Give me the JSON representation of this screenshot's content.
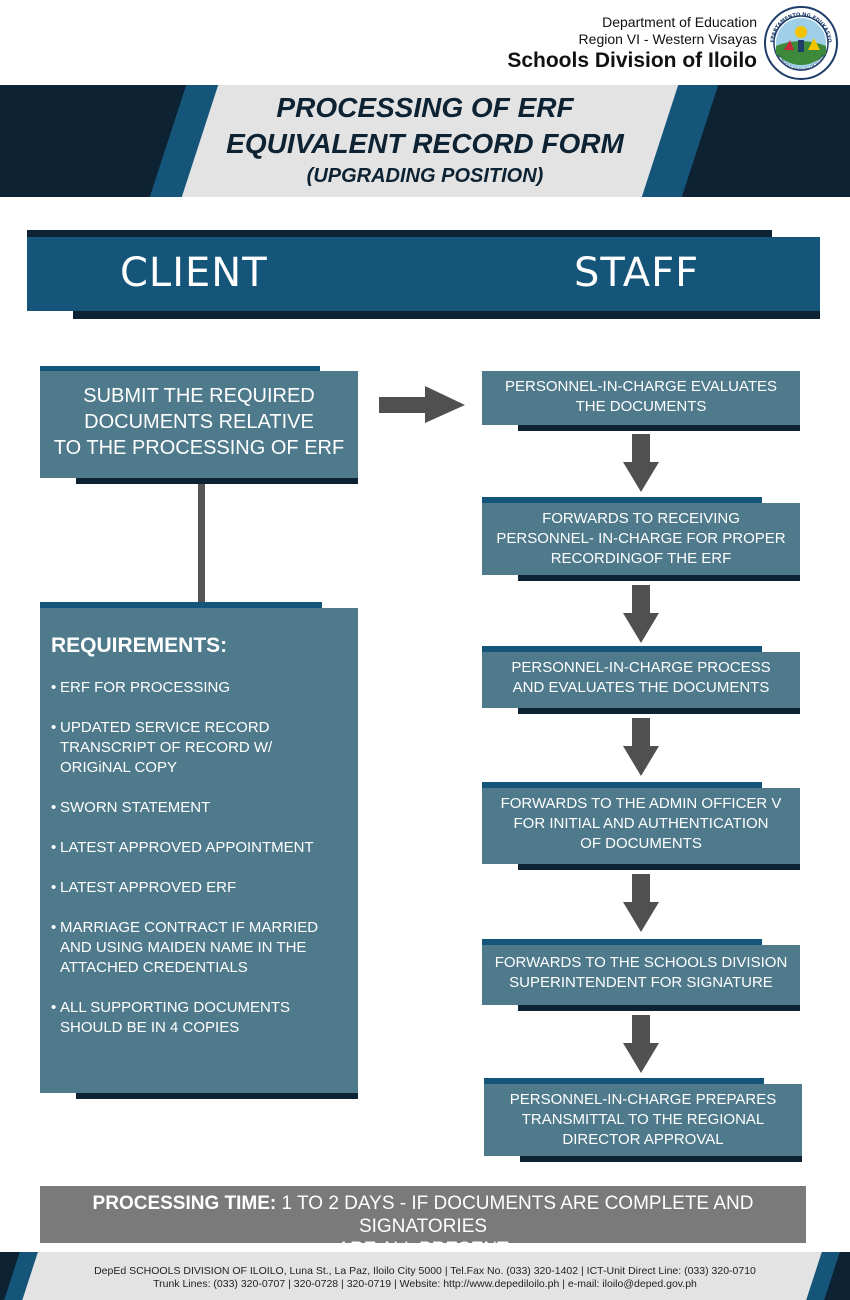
{
  "header": {
    "line1": "Department of Education",
    "line2": "Region VI - Western Visayas",
    "line3": "Schools Division of Iloilo",
    "seal_text_top": "DEPARTAMENTO NG EDUKASYON",
    "seal_text_bottom": "SCHOOLS DIVISION OF ILOILO"
  },
  "title": {
    "line1": "PROCESSING OF ERF",
    "line2": "EQUIVALENT RECORD FORM",
    "line3": "(UPGRADING POSITION)"
  },
  "columns": {
    "client": "CLIENT",
    "staff": "STAFF"
  },
  "client": {
    "submit_lines": [
      "SUBMIT THE REQUIRED",
      "DOCUMENTS RELATIVE",
      "TO THE PROCESSING OF ERF"
    ],
    "requirements_heading": "REQUIREMENTS:",
    "requirements": [
      [
        "ERF FOR PROCESSING"
      ],
      [
        "UPDATED SERVICE RECORD",
        "TRANSCRIPT OF RECORD W/",
        "ORIGiNAL COPY"
      ],
      [
        "SWORN STATEMENT"
      ],
      [
        "LATEST APPROVED APPOINTMENT"
      ],
      [
        "LATEST APPROVED ERF"
      ],
      [
        "MARRIAGE CONTRACT IF MARRIED",
        "AND USING MAIDEN NAME IN THE",
        "ATTACHED CREDENTIALS"
      ],
      [
        "ALL SUPPORTING DOCUMENTS",
        "SHOULD BE IN 4 COPIES"
      ]
    ]
  },
  "staff_steps": [
    [
      "PERSONNEL-IN-CHARGE EVALUATES",
      "THE DOCUMENTS"
    ],
    [
      "FORWARDS TO RECEIVING",
      "PERSONNEL- IN-CHARGE FOR PROPER",
      "RECORDINGOF THE ERF"
    ],
    [
      "PERSONNEL-IN-CHARGE PROCESS",
      "AND EVALUATES THE DOCUMENTS"
    ],
    [
      "FORWARDS TO THE ADMIN OFFICER V",
      "FOR INITIAL AND AUTHENTICATION",
      "OF DOCUMENTS"
    ],
    [
      "FORWARDS TO THE SCHOOLS DIVISION",
      "SUPERINTENDENT FOR SIGNATURE"
    ],
    [
      "PERSONNEL-IN-CHARGE PREPARES",
      "TRANSMITTAL TO THE REGIONAL",
      "DIRECTOR APPROVAL"
    ]
  ],
  "processing_time": {
    "label": "PROCESSING TIME:",
    "value_line1": " 1 TO 2 DAYS - IF DOCUMENTS ARE COMPLETE AND SIGNATORIES",
    "value_line2": "ARE ALL PRESENT"
  },
  "footer": {
    "line1": "DepEd SCHOOLS DIVISION OF ILOILO, Luna St., La Paz, Iloilo City 5000 | Tel.Fax No. (033) 320-1402 | ICT-Unit Direct Line: (033) 320-0710",
    "line2": "Trunk Lines: (033) 320-0707 | 320-0728 | 320-0719 | Website: http://www.depediloilo.ph | e-mail: iloilo@deped.gov.ph"
  },
  "colors": {
    "dark_navy": "#0d2232",
    "steel_blue": "#15557a",
    "box_blue": "#4e7a8c",
    "gray_bar": "#7a7a7a",
    "arrow_gray": "#505050"
  },
  "icons": [
    "deped-seal-icon",
    "arrow-right-icon",
    "arrow-down-icon"
  ]
}
